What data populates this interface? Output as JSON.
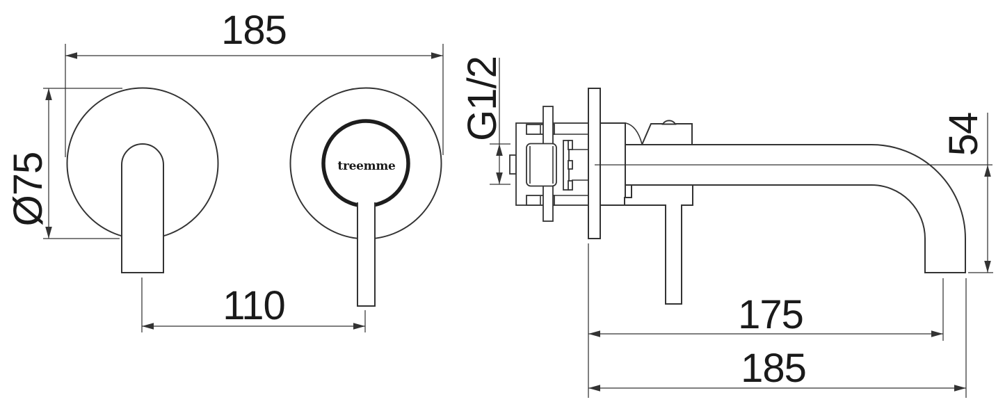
{
  "colors": {
    "background": "#ffffff",
    "line": "#333333",
    "text": "#1a1a1a"
  },
  "logo": {
    "brand": "treemme"
  },
  "dimensions": {
    "front_view": {
      "overall_width": "185",
      "escutcheon_diameter": "Ø75",
      "center_distance": "110"
    },
    "side_view": {
      "inlet_thread": "G1/2",
      "spout_drop": "54",
      "spout_reach": "175",
      "overall_depth": "185"
    }
  }
}
